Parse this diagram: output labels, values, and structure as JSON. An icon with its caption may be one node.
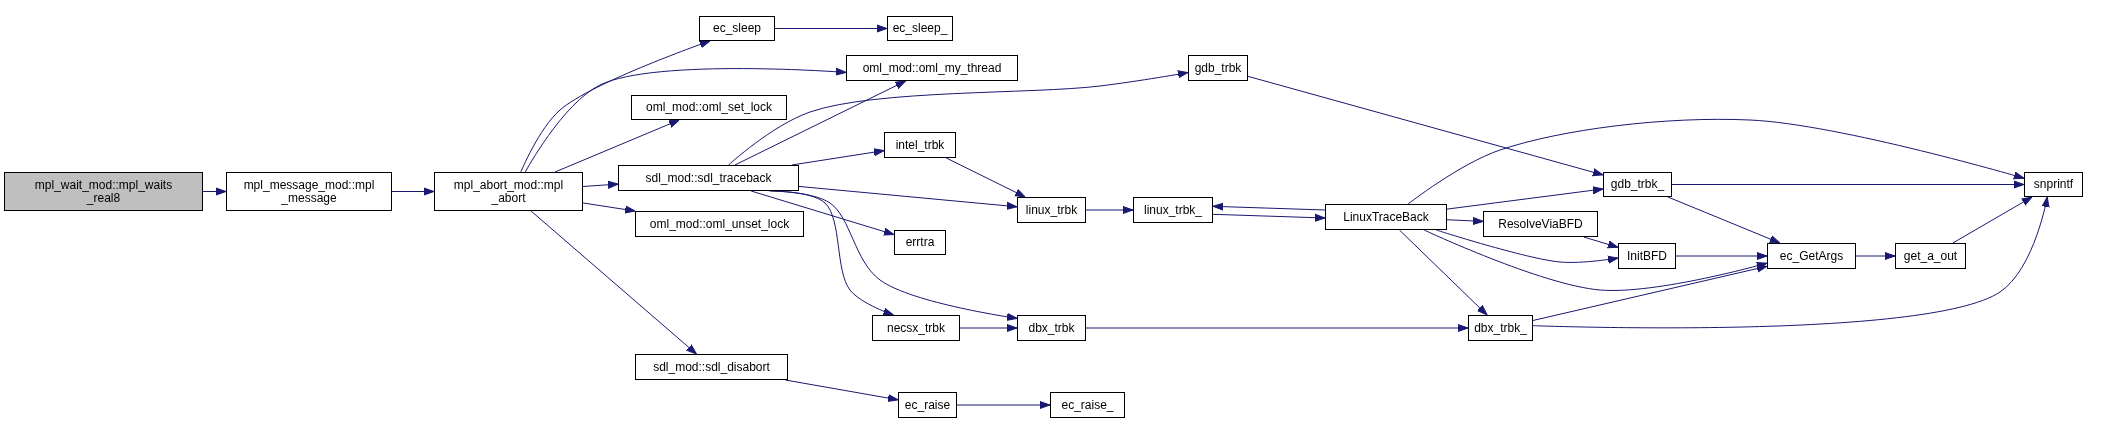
{
  "diagram": {
    "nodes": [
      {
        "text": [
          "mpl_wait_mod::mpl_waits _real8"
        ]
      },
      {
        "text": [
          "mpl_message_mod::mpl _message"
        ]
      },
      {
        "text": [
          "mpl_abort_mod::mpl _abort"
        ]
      },
      {
        "text": [
          "ec_sleep"
        ]
      },
      {
        "text": [
          "ec_sleep_"
        ]
      },
      {
        "text": [
          "oml_mod::oml_my_thread"
        ]
      },
      {
        "text": [
          "gdb_trbk"
        ]
      },
      {
        "text": [
          "oml_mod::oml_set_lock"
        ]
      },
      {
        "text": [
          "intel_trbk"
        ]
      },
      {
        "text": [
          "sdl_mod::sdl_traceback"
        ]
      },
      {
        "text": [
          "gdb_trbk_"
        ]
      },
      {
        "text": [
          "snprintf"
        ]
      },
      {
        "text": [
          "linux_trbk"
        ]
      },
      {
        "text": [
          "linux_trbk_"
        ]
      },
      {
        "text": [
          "LinuxTraceBack"
        ]
      },
      {
        "text": [
          "ResolveViaBFD"
        ]
      },
      {
        "text": [
          "InitBFD"
        ]
      },
      {
        "text": [
          "ec_GetArgs"
        ]
      },
      {
        "text": [
          "get_a_out"
        ]
      },
      {
        "text": [
          "oml_mod::oml_unset_lock"
        ]
      },
      {
        "text": [
          "errtra"
        ]
      },
      {
        "text": [
          "necsx_trbk"
        ]
      },
      {
        "text": [
          "dbx_trbk"
        ]
      },
      {
        "text": [
          "dbx_trbk_"
        ]
      },
      {
        "text": [
          "sdl_mod::sdl_disabort"
        ]
      },
      {
        "text": [
          "ec_raise"
        ]
      },
      {
        "text": [
          "ec_raise_"
        ]
      }
    ],
    "edges": [
      {
        "from": 0,
        "to": 1,
        "arrow": "to"
      },
      {
        "from": 1,
        "to": 2,
        "arrow": "to"
      },
      {
        "from": 2,
        "to": 3,
        "arrow": "to"
      },
      {
        "from": 3,
        "to": 4,
        "arrow": "to"
      },
      {
        "from": 2,
        "to": 5,
        "arrow": "to"
      },
      {
        "from": 2,
        "to": 7,
        "arrow": "to"
      },
      {
        "from": 2,
        "to": 9,
        "arrow": "to"
      },
      {
        "from": 2,
        "to": 19,
        "arrow": "to"
      },
      {
        "from": 2,
        "to": 24,
        "arrow": "to"
      },
      {
        "from": 9,
        "to": 5,
        "arrow": "to"
      },
      {
        "from": 9,
        "to": 6,
        "arrow": "to"
      },
      {
        "from": 9,
        "to": 8,
        "arrow": "to"
      },
      {
        "from": 9,
        "to": 12,
        "arrow": "to"
      },
      {
        "from": 9,
        "to": 20,
        "arrow": "to"
      },
      {
        "from": 9,
        "to": 21,
        "arrow": "to"
      },
      {
        "from": 9,
        "to": 22,
        "arrow": "to"
      },
      {
        "from": 8,
        "to": 12,
        "arrow": "to"
      },
      {
        "from": 12,
        "to": 13,
        "arrow": "to"
      },
      {
        "from": 13,
        "to": 14,
        "arrow": "to"
      },
      {
        "from": 14,
        "to": 13,
        "arrow": "to"
      },
      {
        "from": 6,
        "to": 10,
        "arrow": "to"
      },
      {
        "from": 14,
        "to": 10,
        "arrow": "to"
      },
      {
        "from": 14,
        "to": 11,
        "arrow": "to"
      },
      {
        "from": 14,
        "to": 15,
        "arrow": "to"
      },
      {
        "from": 14,
        "to": 16,
        "arrow": "to"
      },
      {
        "from": 14,
        "to": 17,
        "arrow": "to"
      },
      {
        "from": 14,
        "to": 23,
        "arrow": "to"
      },
      {
        "from": 15,
        "to": 16,
        "arrow": "to"
      },
      {
        "from": 10,
        "to": 17,
        "arrow": "to"
      },
      {
        "from": 10,
        "to": 11,
        "arrow": "to"
      },
      {
        "from": 16,
        "to": 17,
        "arrow": "to"
      },
      {
        "from": 17,
        "to": 18,
        "arrow": "to"
      },
      {
        "from": 18,
        "to": 11,
        "arrow": "to"
      },
      {
        "from": 21,
        "to": 22,
        "arrow": "to"
      },
      {
        "from": 22,
        "to": 23,
        "arrow": "to"
      },
      {
        "from": 23,
        "to": 17,
        "arrow": "to"
      },
      {
        "from": 23,
        "to": 11,
        "arrow": "to"
      },
      {
        "from": 24,
        "to": 25,
        "arrow": "to"
      },
      {
        "from": 25,
        "to": 26,
        "arrow": "to"
      }
    ]
  }
}
